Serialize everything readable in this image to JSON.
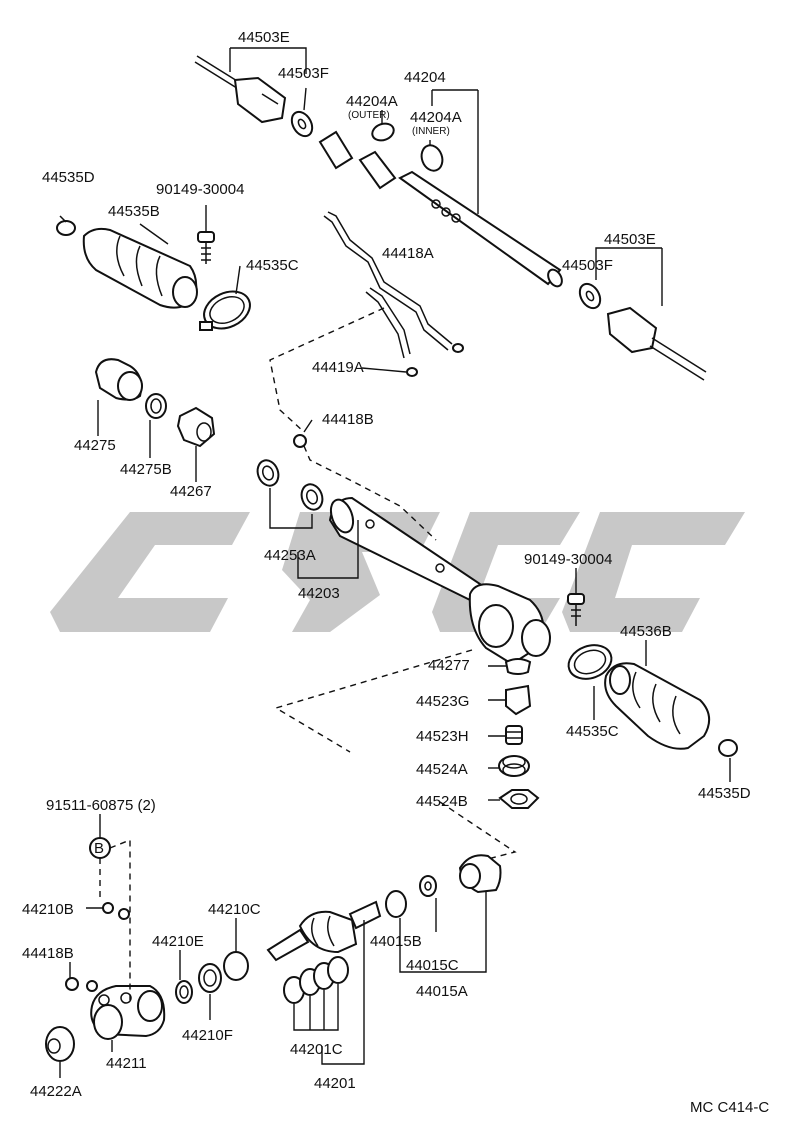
{
  "labels": {
    "l_44503E_top": "44503E",
    "l_44503F_top": "44503F",
    "l_44204": "44204",
    "l_44204A_outer": "44204A",
    "l_outer": "(OUTER)",
    "l_44204A_inner": "44204A",
    "l_inner": "(INNER)",
    "l_44535D_top": "44535D",
    "l_90149_top": "90149-30004",
    "l_44535B": "44535B",
    "l_44535C_top": "44535C",
    "l_44418A": "44418A",
    "l_44419A": "44419A",
    "l_44503E_right": "44503E",
    "l_44503F_right": "44503F",
    "l_44275": "44275",
    "l_44275B": "44275B",
    "l_44267": "44267",
    "l_44418B_mid": "44418B",
    "l_44253A": "44253A",
    "l_44203": "44203",
    "l_90149_mid": "90149-30004",
    "l_44536B": "44536B",
    "l_44277": "44277",
    "l_44523G": "44523G",
    "l_44523H": "44523H",
    "l_44535C_right": "44535C",
    "l_44524A": "44524A",
    "l_44524B": "44524B",
    "l_44535D_right": "44535D",
    "l_91511": "91511-60875 (2)",
    "l_B": "B",
    "l_44210B": "44210B",
    "l_44210C": "44210C",
    "l_44210E": "44210E",
    "l_44418B_low": "44418B",
    "l_44015B": "44015B",
    "l_44015C": "44015C",
    "l_44015A": "44015A",
    "l_44211": "44211",
    "l_44210F": "44210F",
    "l_44201C": "44201C",
    "l_44201": "44201",
    "l_44222A": "44222A",
    "l_code": "MC C414-C"
  }
}
